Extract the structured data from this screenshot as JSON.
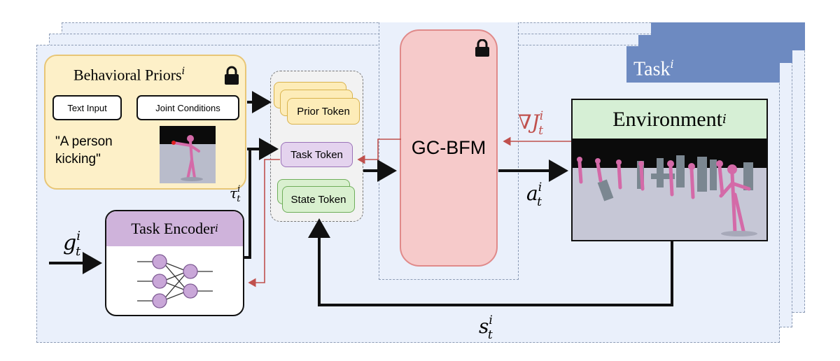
{
  "task_label": "Task",
  "behavioral_priors": {
    "title": "Behavioral Priors",
    "text_input_label": "Text Input",
    "joint_conditions_label": "Joint Conditions",
    "example_text": "\"A person kicking\""
  },
  "tokens": {
    "prior": "Prior Token",
    "task": "Task Token",
    "state": "State Token"
  },
  "model": {
    "name": "GC-BFM"
  },
  "environment": {
    "title": "Environment"
  },
  "task_encoder": {
    "title": "Task Encoder"
  },
  "math": {
    "superscript": "i",
    "goal": "g",
    "tau": "τ",
    "action": "a",
    "state": "s",
    "gradient": "∇J",
    "subscript": "t"
  },
  "colors": {
    "panel_bg": "#eaf0fb",
    "task_tab": "#6d8ac1",
    "priors_fill": "#fdf0c8",
    "gcbfm_fill": "#f6caca",
    "gradient_arrow": "#c0504d",
    "env_header": "#d6efd5",
    "encoder_header": "#cfb3db"
  },
  "icons": [
    "lock-icon",
    "neural-network-icon",
    "humanoid-figure"
  ]
}
